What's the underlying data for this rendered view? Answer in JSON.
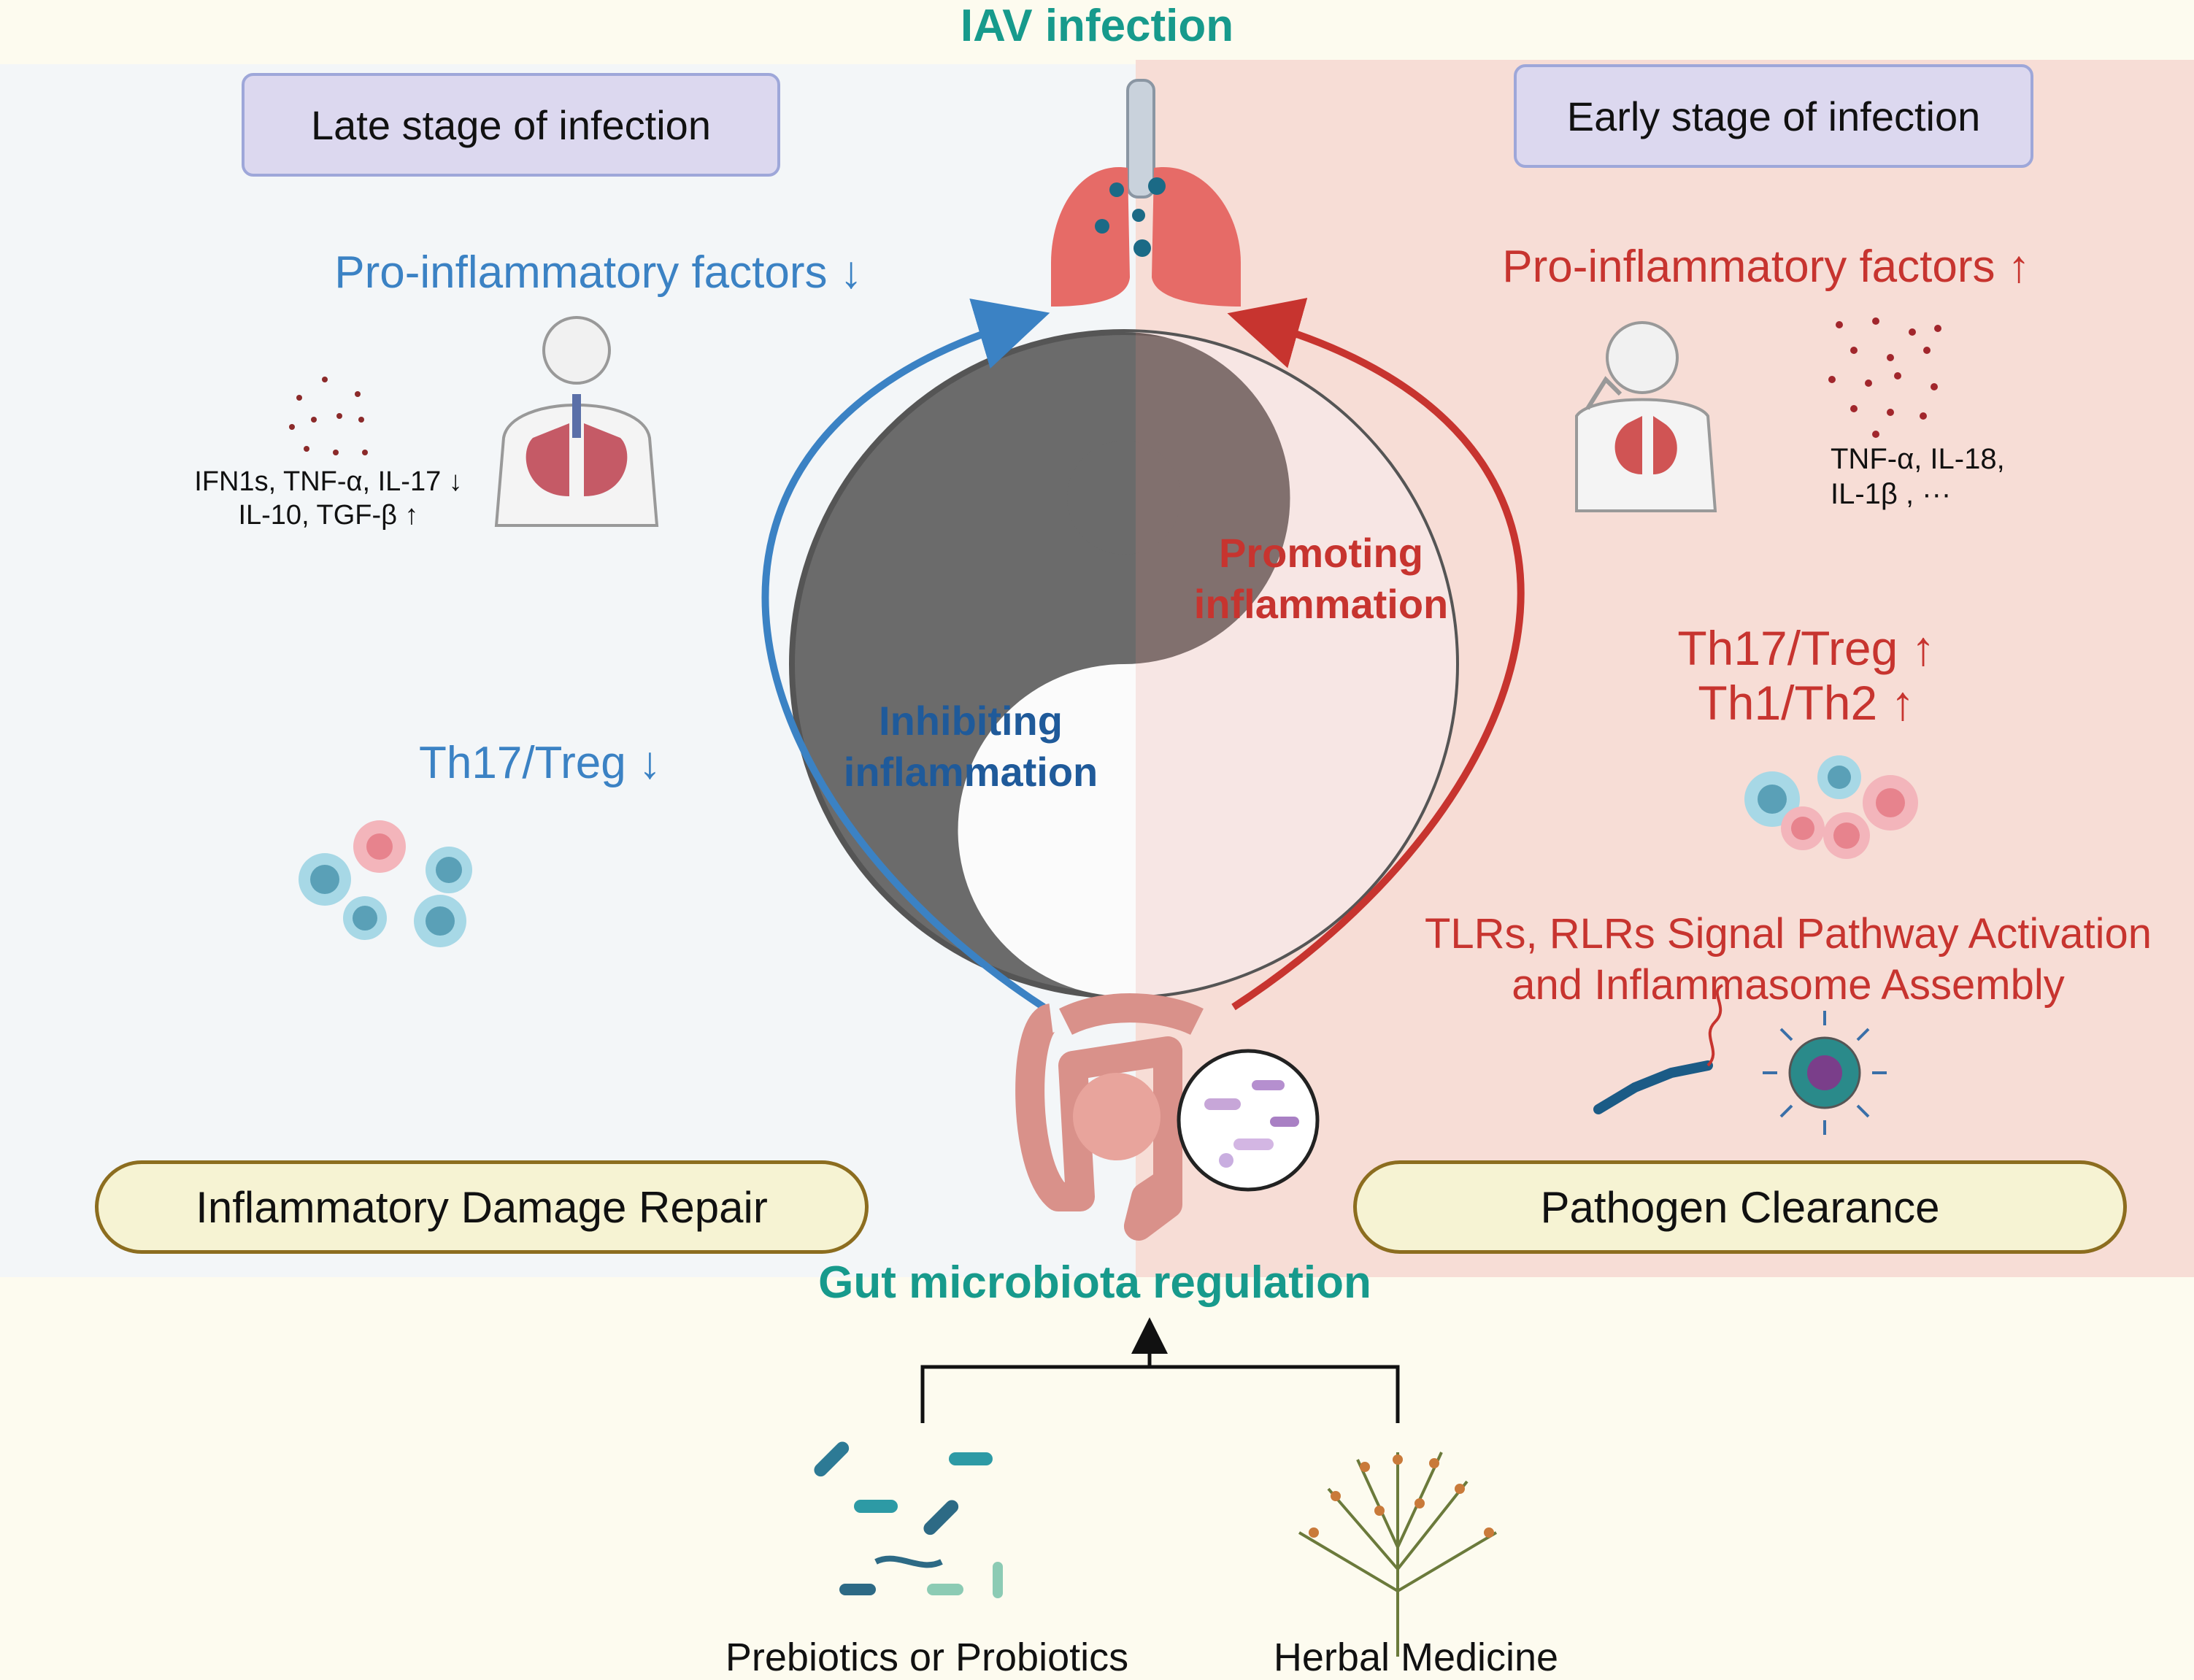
{
  "title": "IAV infection",
  "left": {
    "stage": "Late stage of infection",
    "factors": "Pro-inflammatory factors ↓",
    "cytokines_line1": "IFN1s, TNF-α, IL-17 ↓",
    "cytokines_line2": "IL-10, TGF-β    ↑",
    "th_ratio": "Th17/Treg ↓",
    "outcome": "Inflammatory Damage Repair",
    "arrow_label_line1": "Inhibiting",
    "arrow_label_line2": "inflammation"
  },
  "right": {
    "stage": "Early stage of infection",
    "factors": "Pro-inflammatory factors ↑",
    "cytokines_line1": "TNF-α, IL-18,",
    "cytokines_line2": "IL-1β ,      ···",
    "th_ratio1": "Th17/Treg ↑",
    "th_ratio2": "Th1/Th2 ↑",
    "pathway_line1": "TLRs, RLRs Signal Pathway Activation",
    "pathway_line2": "and Inflammasome Assembly",
    "outcome": "Pathogen Clearance",
    "arrow_label_line1": "Promoting",
    "arrow_label_line2": "inflammation"
  },
  "bottom": {
    "regulation": "Gut microbiota regulation",
    "source1": "Prebiotics or Probiotics",
    "source2": "Herbal Medicine"
  },
  "colors": {
    "teal": "#179a8c",
    "blue": "#3b82c4",
    "red": "#c7342f",
    "yin": "#6b6b6b"
  },
  "icons": [
    "lungs-icon",
    "human-lungs-icon",
    "coughing-person-icon",
    "immune-cells-icon",
    "yin-yang-icon",
    "intestine-icon",
    "bacteria-icon",
    "herb-plant-icon",
    "virus-icon",
    "receptor-icon"
  ]
}
